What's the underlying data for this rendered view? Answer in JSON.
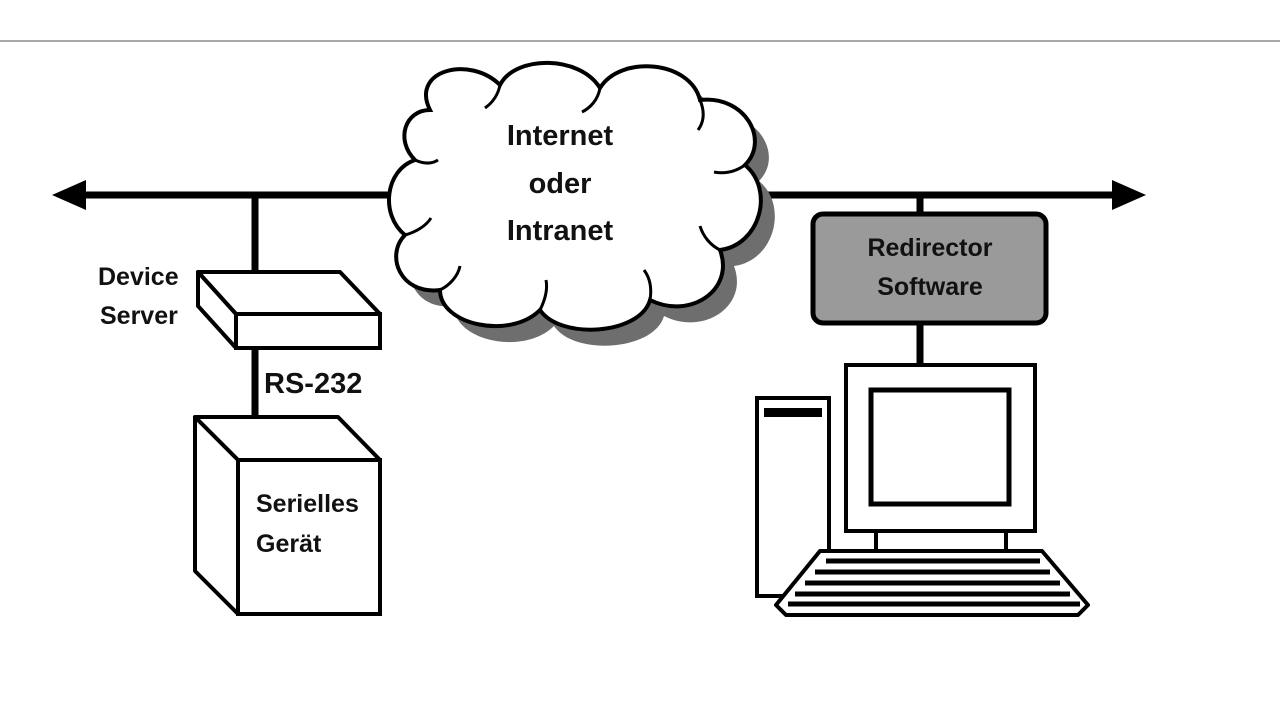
{
  "network": {
    "cloud_line1": "Internet",
    "cloud_line2": "oder",
    "cloud_line3": "Intranet"
  },
  "device_server": {
    "label_line1": "Device",
    "label_line2": "Server"
  },
  "serial_link": {
    "label": "RS-232"
  },
  "serial_device": {
    "label_line1": "Serielles",
    "label_line2": "Gerät"
  },
  "redirector": {
    "label_line1": "Redirector",
    "label_line2": "Software"
  },
  "colors": {
    "stroke": "#000000",
    "redirector_fill": "#9a9a9a",
    "cloud_shadow": "#6e6e6e",
    "top_rule": "#a8a8a8"
  }
}
